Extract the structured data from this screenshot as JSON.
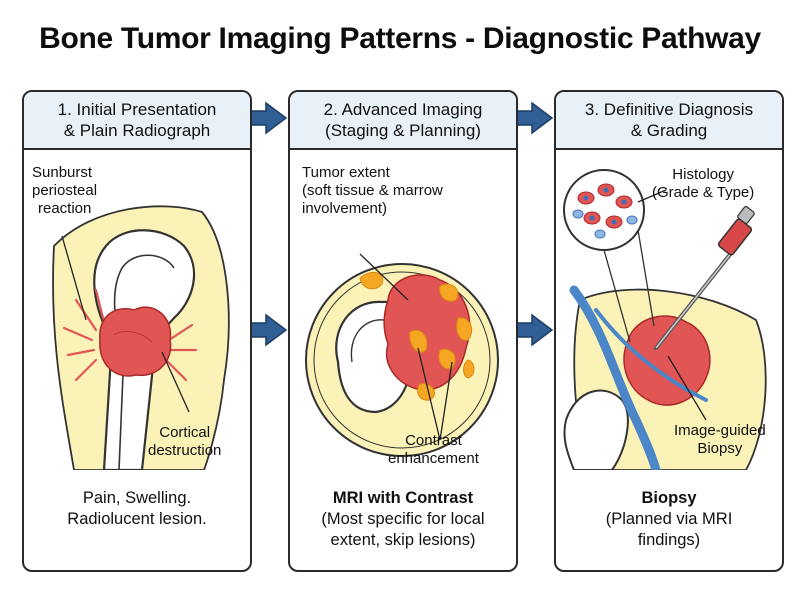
{
  "title": "Bone Tumor Imaging Patterns - Diagnostic Pathway",
  "colors": {
    "header_bg": "#e8f0f8",
    "arrow": "#2f5f94",
    "tumor": "#e25555",
    "soft_tissue": "#fbf2b8",
    "enhancement": "#f5a623",
    "vessel": "#4a86c8"
  },
  "panels": [
    {
      "header": [
        "1. Initial Presentation",
        "& Plain Radiograph"
      ],
      "labels": {
        "sunburst": [
          "Sunburst",
          "periosteal",
          "reaction"
        ],
        "cortical": [
          "Cortical",
          "destruction"
        ]
      },
      "footer": [
        "Pain, Swelling.",
        "Radiolucent lesion."
      ]
    },
    {
      "header": [
        "2. Advanced Imaging",
        "(Staging & Planning)"
      ],
      "labels": {
        "extent": [
          "Tumor extent",
          "(soft tissue & marrow",
          "involvement)"
        ],
        "contrast": [
          "Contrast",
          "enhancement"
        ]
      },
      "footer_title": "MRI with Contrast",
      "footer": [
        "(Most specific for local",
        "extent, skip lesions)"
      ]
    },
    {
      "header": [
        "3. Definitive Diagnosis",
        "& Grading"
      ],
      "labels": {
        "histology": [
          "Histology",
          "(Grade & Type)"
        ],
        "biopsy": [
          "Image-guided",
          "Biopsy"
        ]
      },
      "footer_title": "Biopsy",
      "footer": [
        "(Planned via MRI",
        "findings)"
      ]
    }
  ]
}
